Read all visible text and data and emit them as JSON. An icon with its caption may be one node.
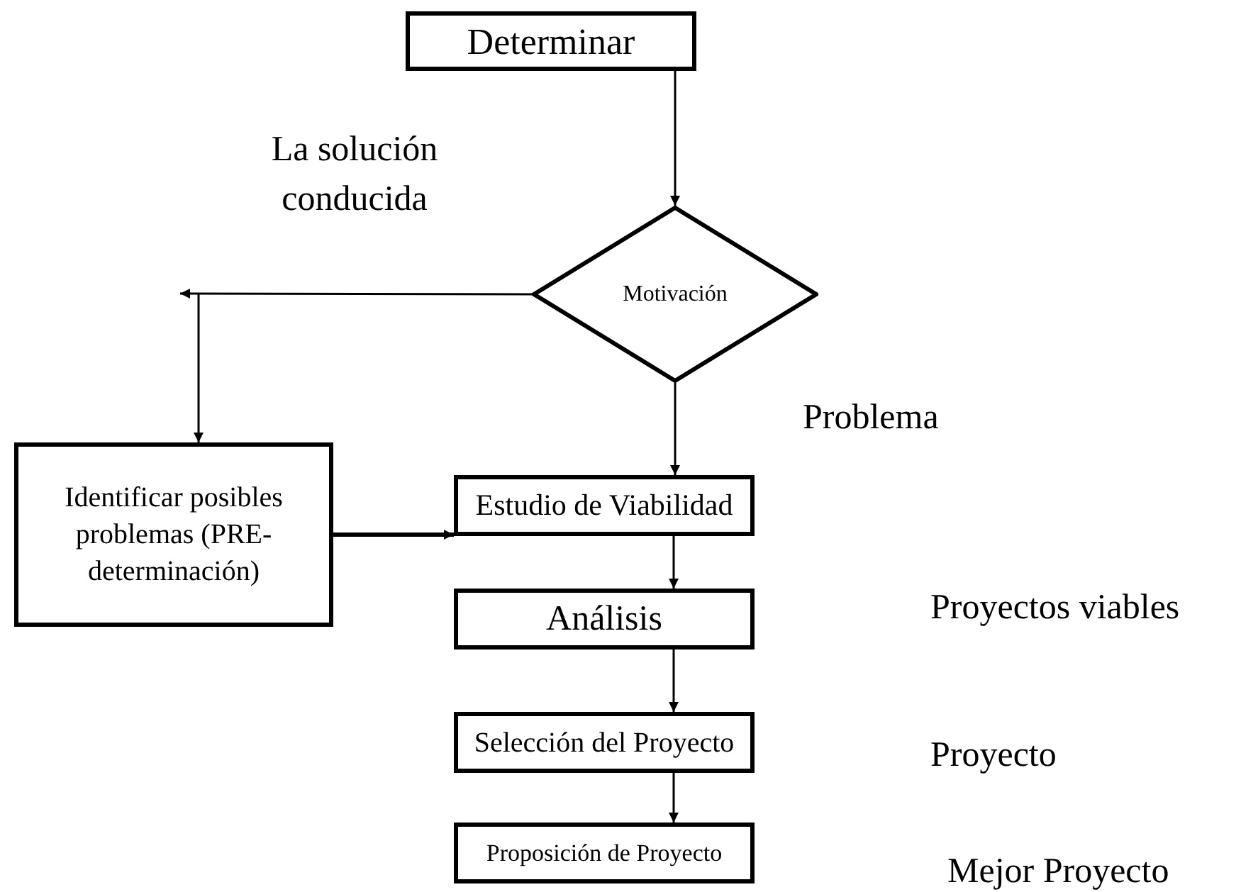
{
  "diagram": {
    "nodes": [
      {
        "text": [
          "Determinar"
        ]
      },
      {
        "text": [
          "Motivación"
        ]
      },
      {
        "text": [
          "Identificar posibles problemas (PRE-determinación)"
        ]
      },
      {
        "text": [
          "Estudio de Viabilidad"
        ]
      },
      {
        "text": [
          "Análisis"
        ]
      },
      {
        "text": [
          "Selección del Proyecto"
        ]
      },
      {
        "text": [
          "Proposición de Proyecto"
        ]
      }
    ],
    "edges": [
      {
        "from": 0,
        "to": 1,
        "arrow": "to"
      },
      {
        "from": 1,
        "to": null,
        "arrow": "to"
      },
      {
        "from": null,
        "to": 2,
        "arrow": "to"
      },
      {
        "from": 1,
        "to": 3,
        "arrow": "to"
      },
      {
        "from": 2,
        "to": 3,
        "arrow": "to",
        "style": "thick"
      },
      {
        "from": 3,
        "to": 4,
        "arrow": "to"
      },
      {
        "from": 4,
        "to": 5,
        "arrow": "to"
      },
      {
        "from": 5,
        "to": 6,
        "arrow": "to"
      }
    ],
    "labels": [
      "La solución conducida",
      "Problema",
      "Proyectos viables",
      "Proyecto",
      "Mejor Proyecto"
    ]
  }
}
